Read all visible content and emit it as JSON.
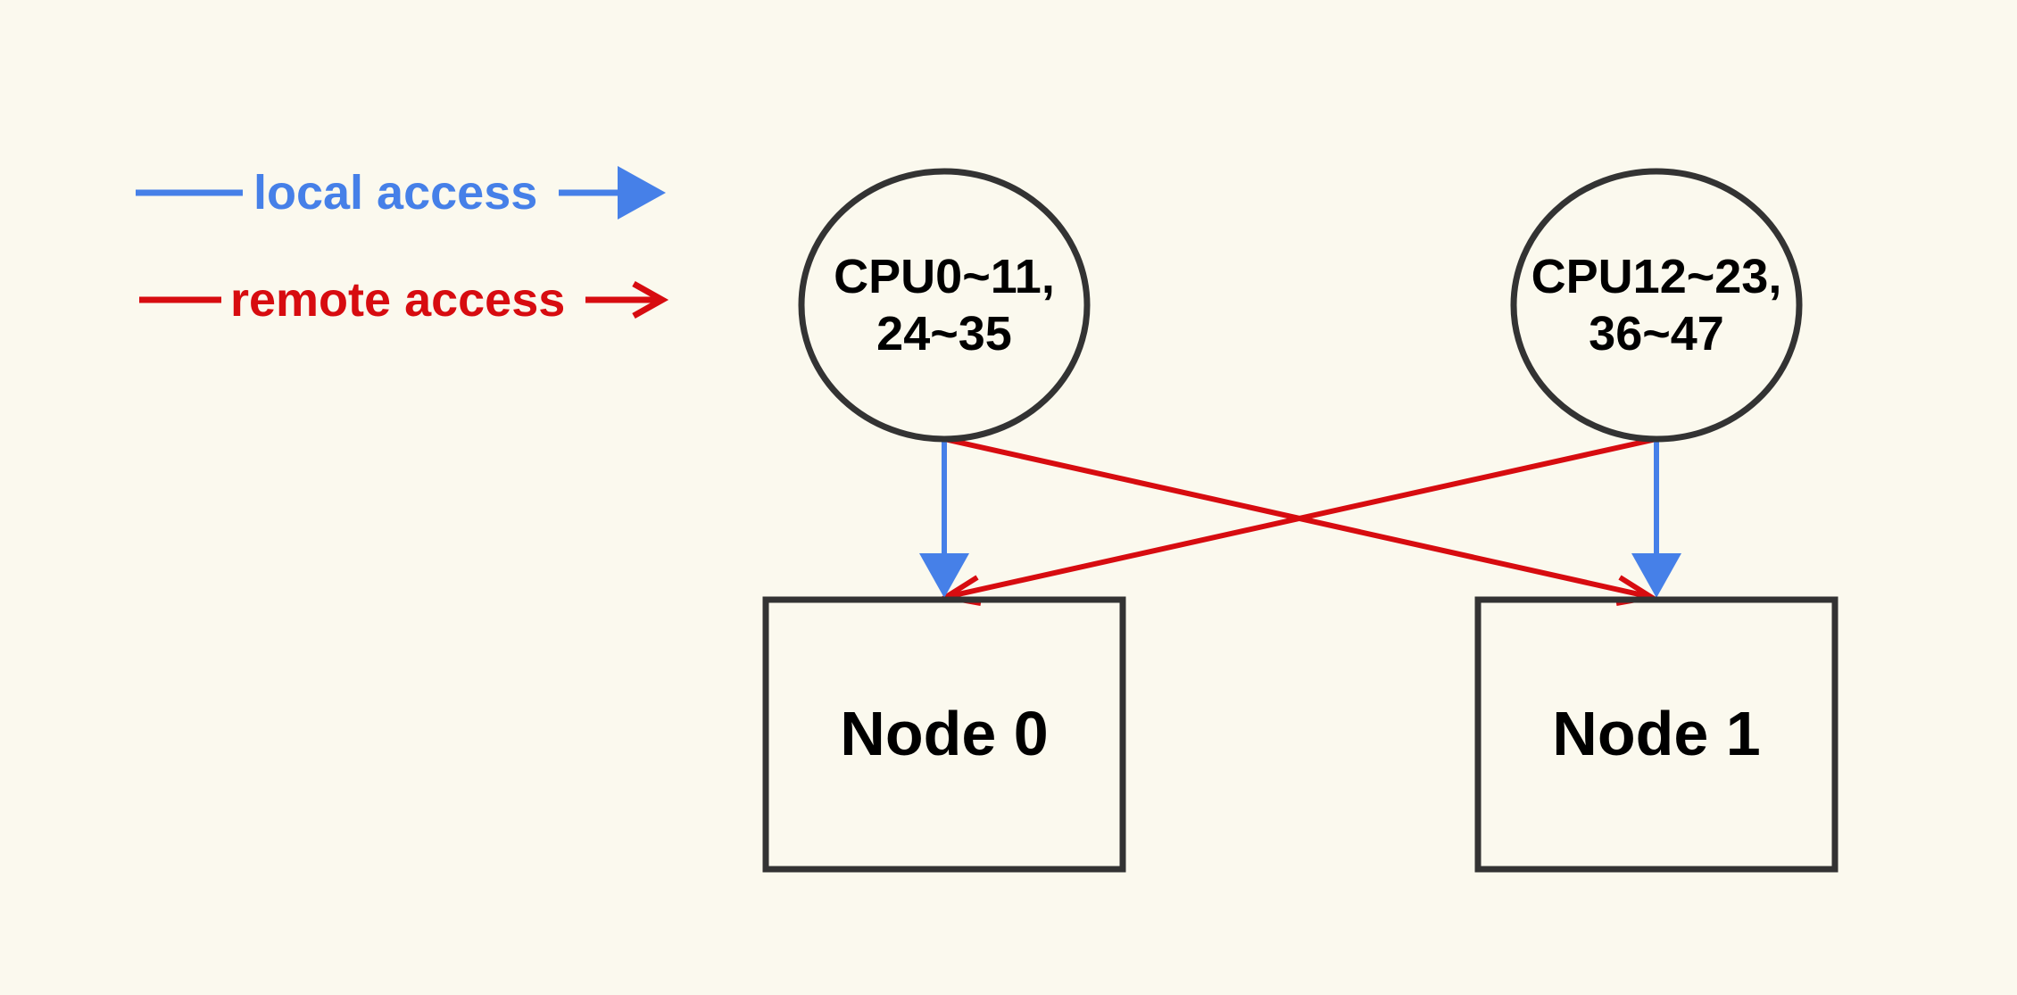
{
  "legend": {
    "local": {
      "label": "local access",
      "color": "#4680e8"
    },
    "remote": {
      "label": "remote access",
      "color": "#d70c10"
    }
  },
  "cpus": [
    {
      "line1": "CPU0~11,",
      "line2": "24~35"
    },
    {
      "line1": "CPU12~23,",
      "line2": "36~47"
    }
  ],
  "nodes": [
    {
      "label": "Node 0"
    },
    {
      "label": "Node 1"
    }
  ],
  "colors": {
    "background": "#fbf9ee",
    "outline": "#333333"
  }
}
